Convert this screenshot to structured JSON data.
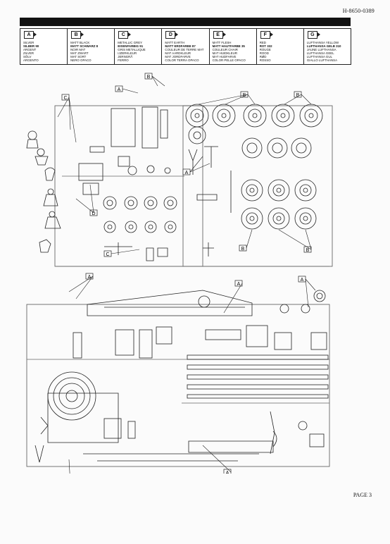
{
  "header": {
    "doc_code": "H-8650-0389"
  },
  "legend": [
    {
      "letter": "A",
      "lines": [
        "SILVER",
        "SILBER 90",
        "ARGENT",
        "ZILVER",
        "SÖLV",
        "ARGENTO"
      ]
    },
    {
      "letter": "B",
      "lines": [
        "MATT BLACK",
        "MATT SCHWARZ 8",
        "NOIR MAT",
        "MAT ZWART",
        "MAT SORT",
        "NERO OPACO"
      ]
    },
    {
      "letter": "C",
      "lines": [
        "METALLIC GREY",
        "EISENFARBIG 91",
        "GRIS METALLIQUE",
        "IJZERKLEUR",
        "JERNGRÅ",
        "FERRO"
      ]
    },
    {
      "letter": "D",
      "lines": [
        "MATT EARTH",
        "MATT ERDFARBE 87",
        "COULEUR DE TERRE MAT",
        "MAT AARDKLEUR",
        "MAT JORDFARVE",
        "COLOR TERRA OPACO"
      ]
    },
    {
      "letter": "E",
      "lines": [
        "MATT FLESH",
        "MATT HAUTFARBE 35",
        "COULEUR CHAIR",
        "MAT HUIDKLEUR",
        "MAT HUDFARVE",
        "COLOR PELLE OPACO"
      ]
    },
    {
      "letter": "F",
      "lines": [
        "RED",
        "ROT 332",
        "ROUGE",
        "ROOD",
        "RØD",
        "ROSSO"
      ]
    },
    {
      "letter": "G",
      "lines": [
        "LUFTHANSA YELLOW",
        "LUFTHANSA GELB 310",
        "JAUNE LUFTHANSA",
        "LUFTHANSA GEEL",
        "LUFTHANSA GUL",
        "GIALLO LUFTHANSA"
      ]
    }
  ],
  "callouts": {
    "A": "A",
    "B": "B",
    "C": "C",
    "D": "D"
  },
  "footer": {
    "page": "PAGE 3"
  }
}
